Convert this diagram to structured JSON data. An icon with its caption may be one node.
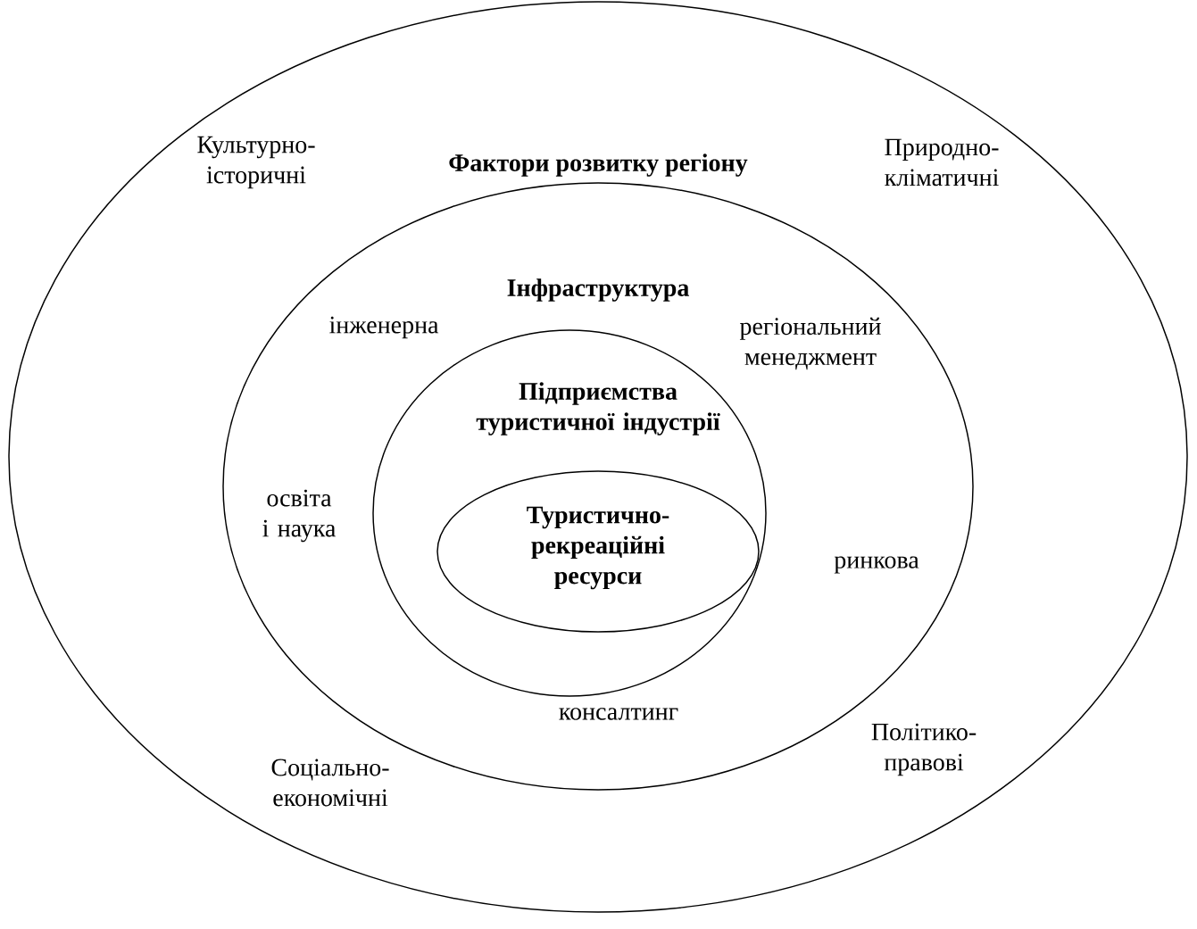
{
  "diagram": {
    "nodes": [
      {
        "text": [
          "Культурно- історичні",
          "Фактори розвитку регіону",
          "Природно- кліматичні",
          "Політико- правові",
          "Соціально- економічні"
        ]
      },
      {
        "text": [
          "Інфраструктура",
          "інженерна",
          "регіональний менеджмент",
          "освіта і наука",
          "ринкова",
          "консалтинг"
        ],
        "in": 0
      },
      {
        "text": [
          "Підприємства туристичної індустрії"
        ],
        "in": 1
      },
      {
        "text": [
          "Туристично- рекреаційні ресурси"
        ],
        "in": 2
      }
    ]
  }
}
